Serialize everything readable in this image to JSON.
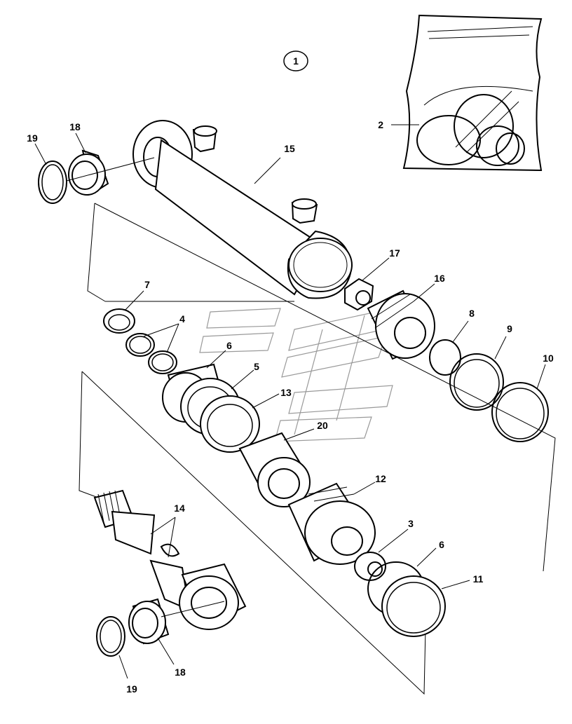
{
  "assembly_label": "1",
  "part_labels": {
    "p2": "2",
    "p3": "3",
    "p4": "4",
    "p5": "5",
    "p6a": "6",
    "p6b": "6",
    "p7": "7",
    "p8": "8",
    "p9": "9",
    "p10": "10",
    "p11": "11",
    "p12": "12",
    "p13": "13",
    "p14": "14",
    "p15": "15",
    "p16": "16",
    "p17": "17",
    "p18a": "18",
    "p18b": "18",
    "p19a": "19",
    "p19b": "19",
    "p20": "20"
  }
}
